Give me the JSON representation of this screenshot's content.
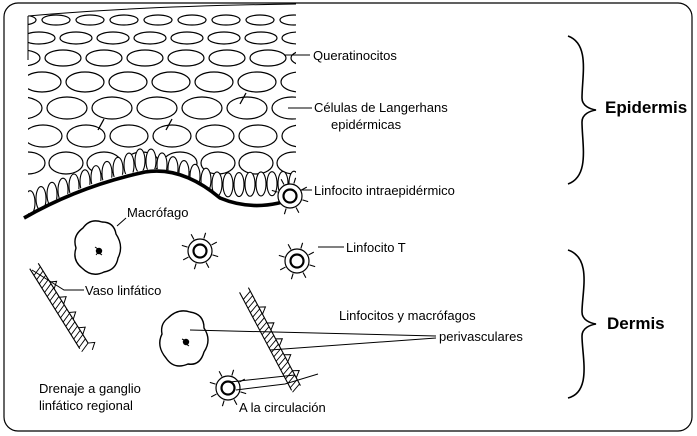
{
  "labels": {
    "queratinocitos": "Queratinocitos",
    "langerhans_line1": "Células de Langerhans",
    "langerhans_line2": "epidérmicas",
    "linfocito_intraepidermico": "Linfocito intraepidérmico",
    "macrofago": "Macrófago",
    "linfocito_t": "Linfocito T",
    "vaso_linfatico": "Vaso linfático",
    "perivasculares_line1": "Linfocitos y macrófagos",
    "perivasculares_line2": "perivasculares",
    "drenaje_line1": "Drenaje a ganglio",
    "drenaje_line2": "linfático regional",
    "circulacion": "A la circulación"
  },
  "layers": {
    "epidermis": "Epidermis",
    "dermis": "Dermis"
  }
}
